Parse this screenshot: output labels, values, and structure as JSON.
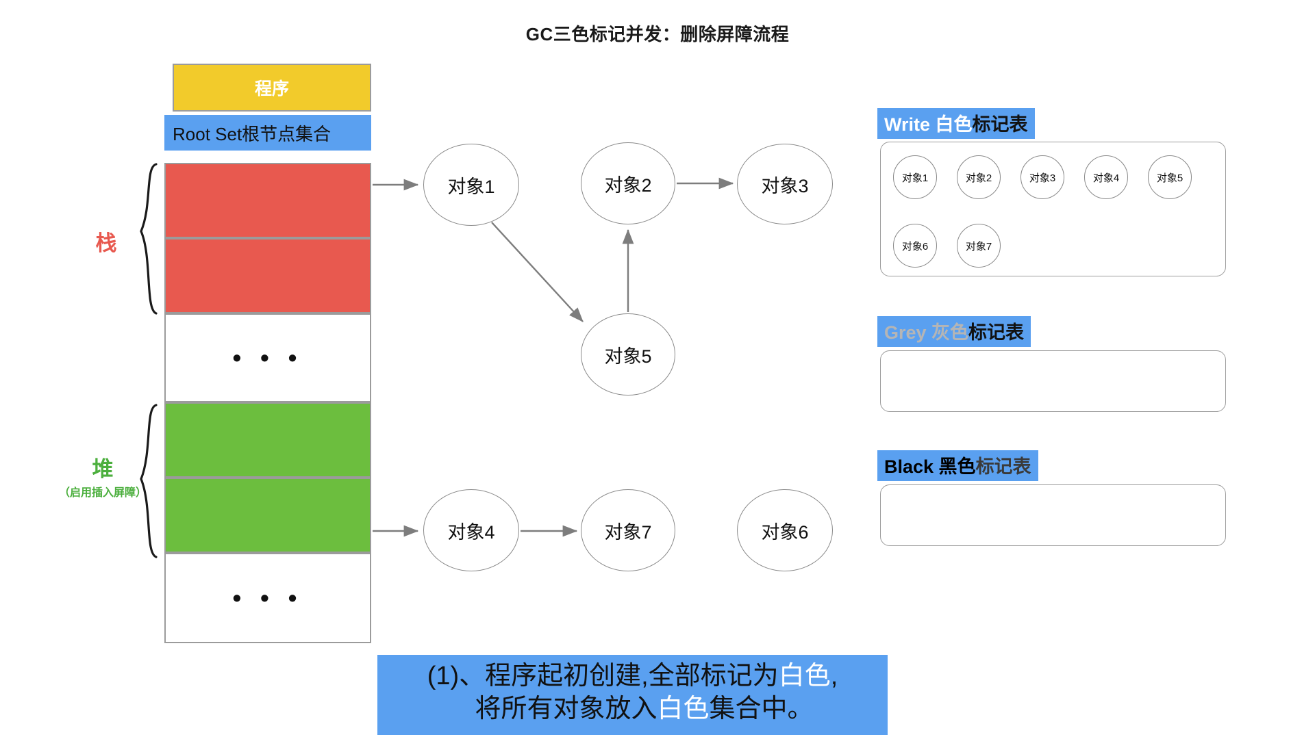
{
  "title": "GC三色标记并发：删除屏障流程",
  "memory": {
    "program_label": "程序",
    "rootset_label": "Root Set根节点集合",
    "stack_label": "栈",
    "heap_label": "堆",
    "heap_sublabel": "（启用插入屏障）",
    "ellipsis": "• • •",
    "cells": [
      {
        "name": "stack-slot-1",
        "fill": "#E8594F"
      },
      {
        "name": "stack-slot-2",
        "fill": "#E8594F"
      },
      {
        "name": "stack-ellipsis",
        "fill": "#FFFFFF"
      },
      {
        "name": "heap-slot-1",
        "fill": "#6CBE3E"
      },
      {
        "name": "heap-slot-2",
        "fill": "#6CBE3E"
      },
      {
        "name": "heap-ellipsis",
        "fill": "#FFFFFF"
      }
    ]
  },
  "graph": {
    "nodes": [
      {
        "id": "obj1",
        "label": "对象1"
      },
      {
        "id": "obj2",
        "label": "对象2"
      },
      {
        "id": "obj3",
        "label": "对象3"
      },
      {
        "id": "obj5",
        "label": "对象5"
      },
      {
        "id": "obj4",
        "label": "对象4"
      },
      {
        "id": "obj7",
        "label": "对象7"
      },
      {
        "id": "obj6",
        "label": "对象6"
      }
    ],
    "edges": [
      {
        "from": "root-stack",
        "to": "obj1"
      },
      {
        "from": "obj1",
        "to": "obj5"
      },
      {
        "from": "obj5",
        "to": "obj2"
      },
      {
        "from": "obj2",
        "to": "obj3"
      },
      {
        "from": "root-heap",
        "to": "obj4"
      },
      {
        "from": "obj4",
        "to": "obj7"
      }
    ]
  },
  "tables": [
    {
      "id": "white-table",
      "header_en": "Write 白色",
      "header_cn": "标记表",
      "header_style": "white",
      "items": [
        "对象1",
        "对象2",
        "对象3",
        "对象4",
        "对象5",
        "对象6",
        "对象7"
      ]
    },
    {
      "id": "grey-table",
      "header_en": "Grey 灰色",
      "header_cn": "标记表",
      "header_style": "grey",
      "items": []
    },
    {
      "id": "black-table",
      "header_en": "Black 黑色",
      "header_cn": "标记表",
      "header_style": "black",
      "items": []
    }
  ],
  "caption": {
    "line1_pre": "(1)、程序起初创建,全部标记为",
    "line1_hl": "白色",
    "line1_post": ",",
    "line2_pre": "将所有对象放入",
    "line2_hl": "白色",
    "line2_post": "集合中。"
  },
  "colors": {
    "yellow": "#F2CB2B",
    "blue": "#5AA0F0",
    "red": "#E8594F",
    "green": "#6CBE3E",
    "border_grey": "#9B9B9B",
    "node_stroke": "#8A8A8A"
  }
}
